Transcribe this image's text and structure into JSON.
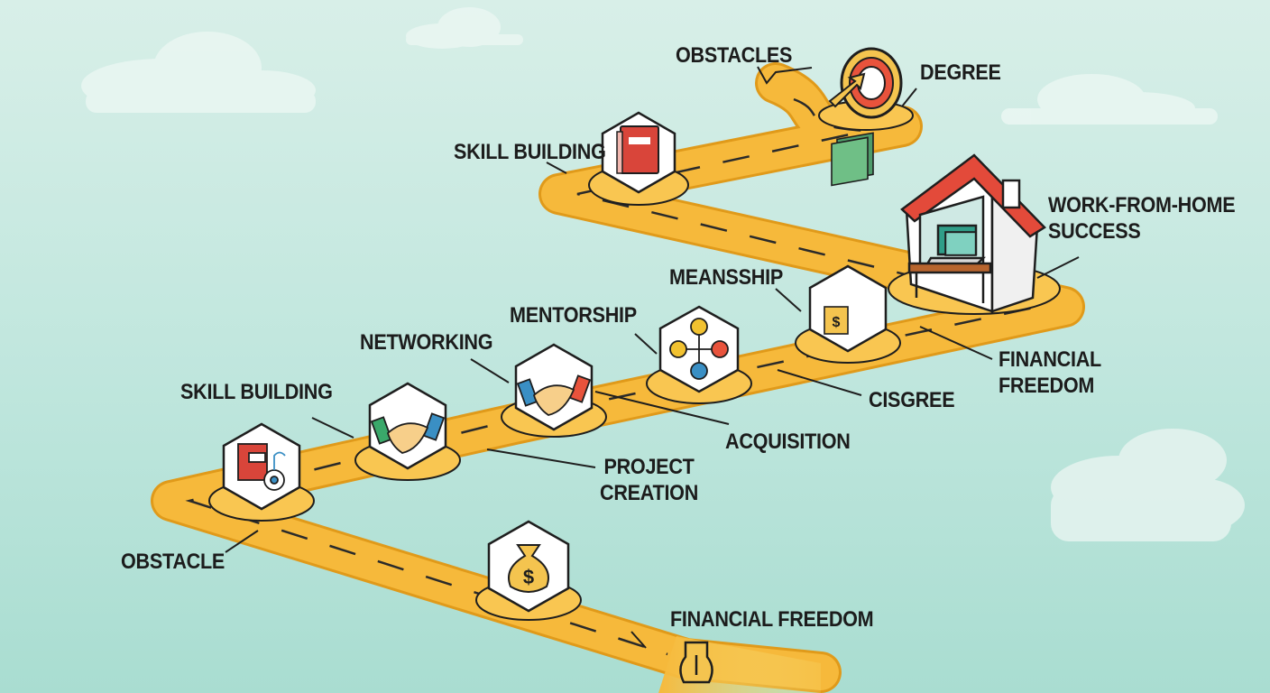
{
  "labels": {
    "obstacles": "OBSTACLES",
    "degree": "DEGREE",
    "skill_building_top": "SKILL BUILDING",
    "work_from_home_success": "WORK-FROM-HOME\nSUCCESS",
    "meansship": "MEANSSHIP",
    "mentorship": "MENTORSHIP",
    "networking": "NETWORKING",
    "skill_building_left": "SKILL BUILDING",
    "financial_freedom_right": "FINANCIAL\nFREEDOM",
    "cisgree": "CISGREE",
    "acquisition": "ACQUISITION",
    "project_creation": "PROJECT\nCREATION",
    "obstacle": "OBSTACLE",
    "financial_freedom_bottom": "FINANCIAL FREEDOM"
  },
  "icons": [
    "book-icon",
    "target-arrow-icon",
    "house-laptop-icon",
    "cash-stack-icon",
    "mentorship-network-icon",
    "handshake-icon",
    "handshake-icon",
    "book-gauge-icon",
    "money-bag-icon",
    "flag-post-icon"
  ],
  "colors": {
    "road": "#f6b93b",
    "road_edge": "#e09a1a",
    "outline": "#1e1e1e",
    "sky": "#cdeae3"
  }
}
